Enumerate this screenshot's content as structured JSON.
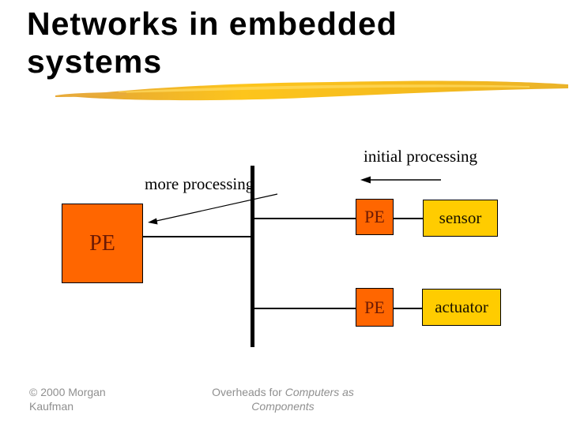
{
  "title": "Networks in embedded systems",
  "diagram": {
    "more_processing_label": "more processing",
    "initial_processing_label": "initial processing",
    "pe_label": "PE",
    "sensor_label": "sensor",
    "actuator_label": "actuator"
  },
  "footer": {
    "copyright": "© 2000 Morgan Kaufman",
    "center_prefix": "Overheads for ",
    "center_italic": "Computers as Components"
  },
  "colors": {
    "orange": "#ff6600",
    "gold": "#ffcc00",
    "pe-text": "#6b1a05",
    "footer-gray": "#8f8f8f",
    "swoosh-dark": "#e2a338",
    "swoosh-bright": "#ffc818"
  }
}
